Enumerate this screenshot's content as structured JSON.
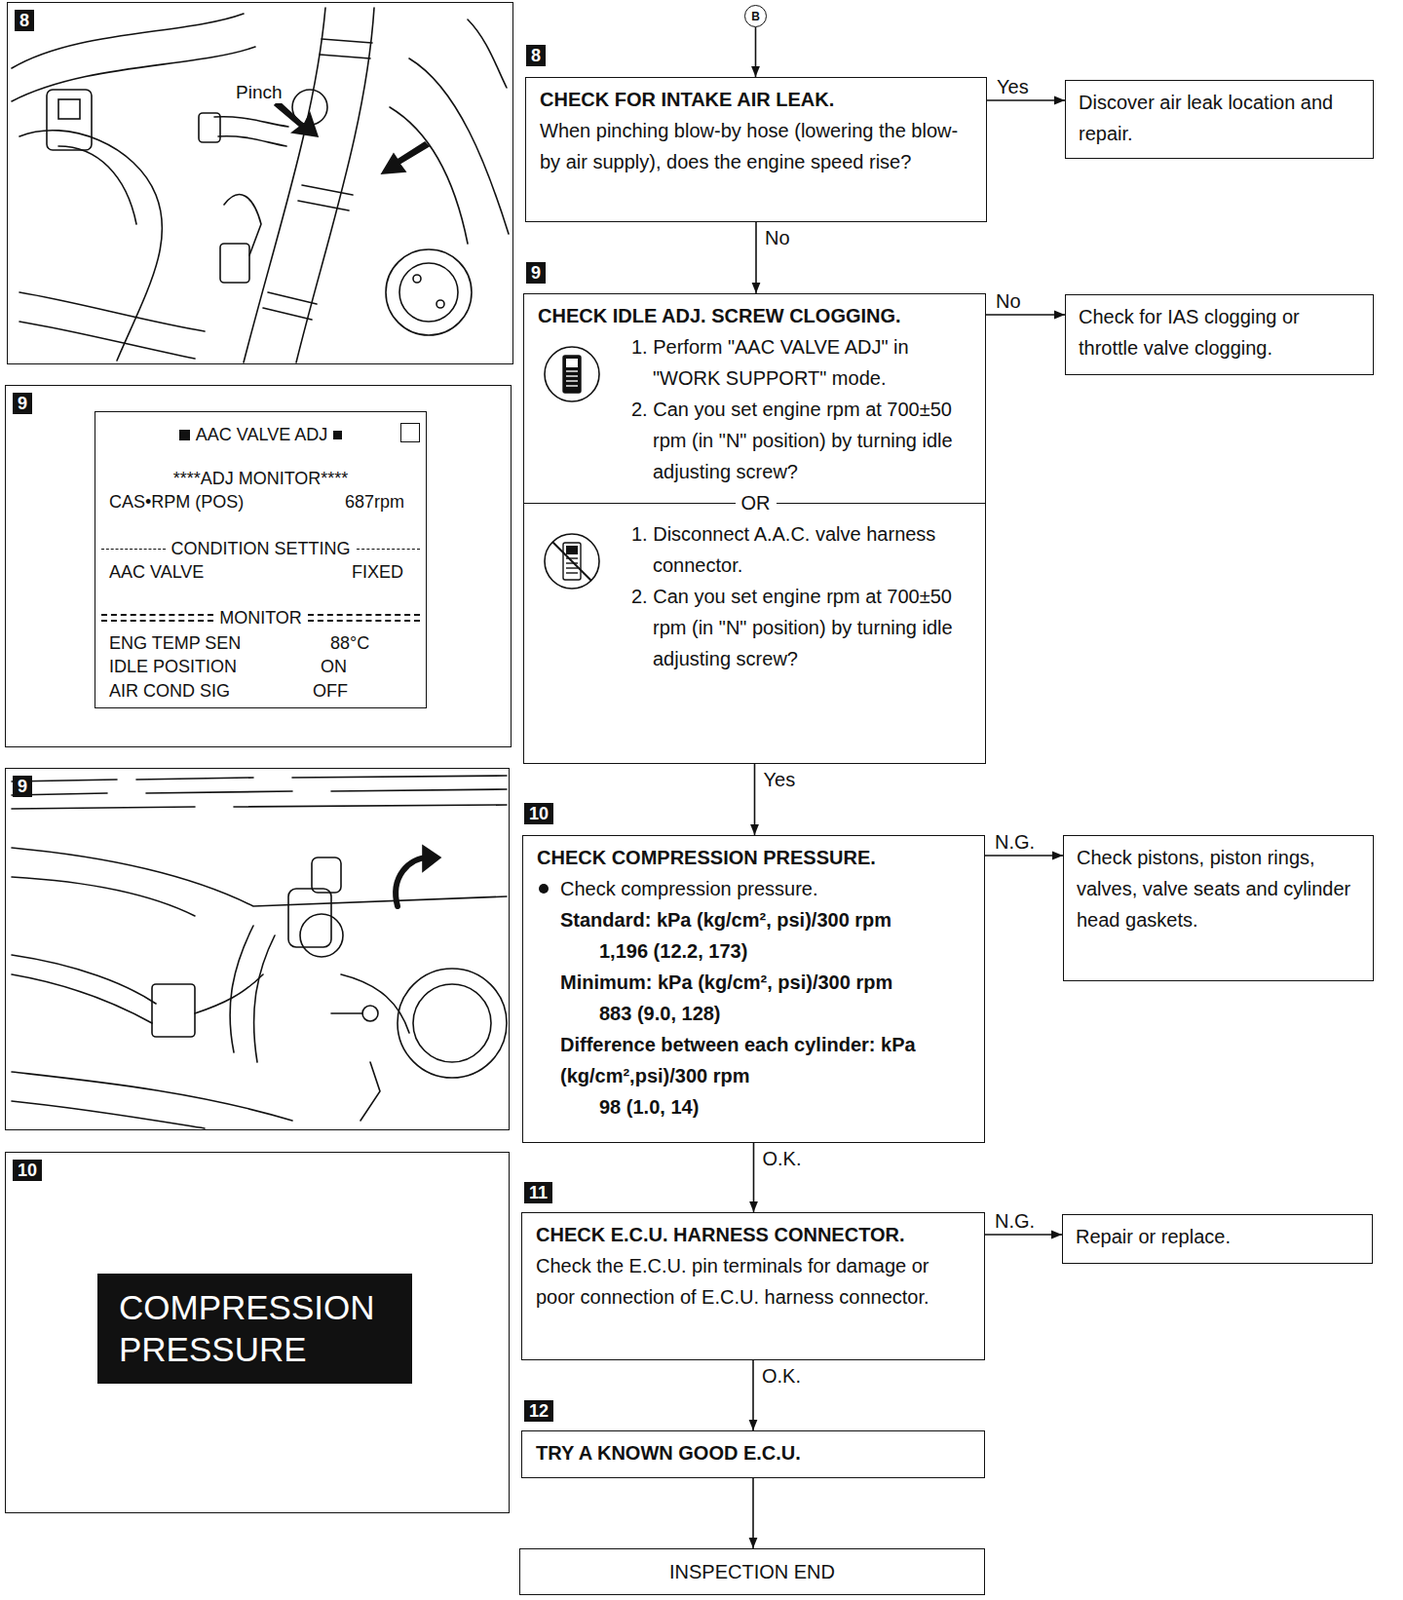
{
  "diagram": {
    "nodes": [
      {
        "text": [
          "B"
        ]
      },
      {
        "text": [
          "CHECK FOR INTAKE AIR LEAK.",
          "When pinching blow-by hose (lowering the blow-by air supply), does the engine speed rise?"
        ]
      },
      {
        "text": [
          "Discover air leak location and repair."
        ]
      },
      {
        "text": [
          "CHECK IDLE ADJ. SCREW CLOGGING.",
          "1. Perform \"AAC VALVE ADJ\" in \"WORK SUPPORT\" mode.",
          "2. Can you set engine rpm at 700±50 rpm (in \"N\" position) by turning idle adjusting screw?",
          "OR",
          "1. Disconnect A.A.C. valve harness connector.",
          "2. Can you set engine rpm at 700±50 rpm (in \"N\" position) by turning idle adjusting screw?"
        ]
      },
      {
        "text": [
          "Check for IAS clogging or throttle valve clogging."
        ]
      },
      {
        "text": [
          "CHECK COMPRESSION PRESSURE.",
          "Check compression pressure.",
          "Standard: kPa (kg/cm², psi)/300 rpm",
          "1,196 (12.2, 173)",
          "Minimum: kPa (kg/cm², psi)/300 rpm",
          "883 (9.0, 128)",
          "Difference between each cylinder: kPa (kg/cm²,psi)/300 rpm",
          "98 (1.0, 14)"
        ]
      },
      {
        "text": [
          "Check pistons, piston rings, valves, valve seats and cylinder head gaskets."
        ]
      },
      {
        "text": [
          "CHECK E.C.U. HARNESS CONNECTOR.",
          "Check the E.C.U. pin terminals for damage or poor connection of E.C.U. harness connector."
        ]
      },
      {
        "text": [
          "Repair or replace."
        ]
      },
      {
        "text": [
          "TRY A KNOWN GOOD E.C.U."
        ]
      },
      {
        "text": [
          "INSPECTION END"
        ]
      },
      {
        "text": [
          "8"
        ]
      },
      {
        "text": [
          "9"
        ]
      },
      {
        "text": [
          "AAC VALVE ADJ",
          "****ADJ MONITOR****",
          "CAS•RPM (POS)",
          "687rpm",
          "CONDITION SETTING",
          "AAC VALVE",
          "FIXED",
          "MONITOR",
          "ENG TEMP SEN",
          "88°C",
          "IDLE POSITION",
          "ON",
          "AIR COND SIG",
          "OFF"
        ],
        "in": 12
      },
      {
        "text": [
          "9"
        ]
      },
      {
        "text": [
          "10"
        ]
      },
      {
        "text": [
          "COMPRESSION PRESSURE"
        ],
        "in": 15
      }
    ],
    "edges": [
      {
        "from": 0,
        "to": 1,
        "arrow": "to"
      },
      {
        "from": 1,
        "to": 2,
        "arrow": "to",
        "label": "Yes"
      },
      {
        "from": 1,
        "to": 3,
        "arrow": "to",
        "label": "No"
      },
      {
        "from": 3,
        "to": 4,
        "arrow": "to",
        "label": "No"
      },
      {
        "from": 3,
        "to": 5,
        "arrow": "to",
        "label": "Yes"
      },
      {
        "from": 5,
        "to": 6,
        "arrow": "to",
        "label": "N.G."
      },
      {
        "from": 5,
        "to": 7,
        "arrow": "to",
        "label": "O.K."
      },
      {
        "from": 7,
        "to": 8,
        "arrow": "to",
        "label": "N.G."
      },
      {
        "from": 7,
        "to": 9,
        "arrow": "to",
        "label": "O.K."
      },
      {
        "from": 9,
        "to": 10,
        "arrow": "to"
      }
    ],
    "labels": [
      "8",
      "9",
      "10",
      "11",
      "12",
      "Pinch"
    ]
  }
}
